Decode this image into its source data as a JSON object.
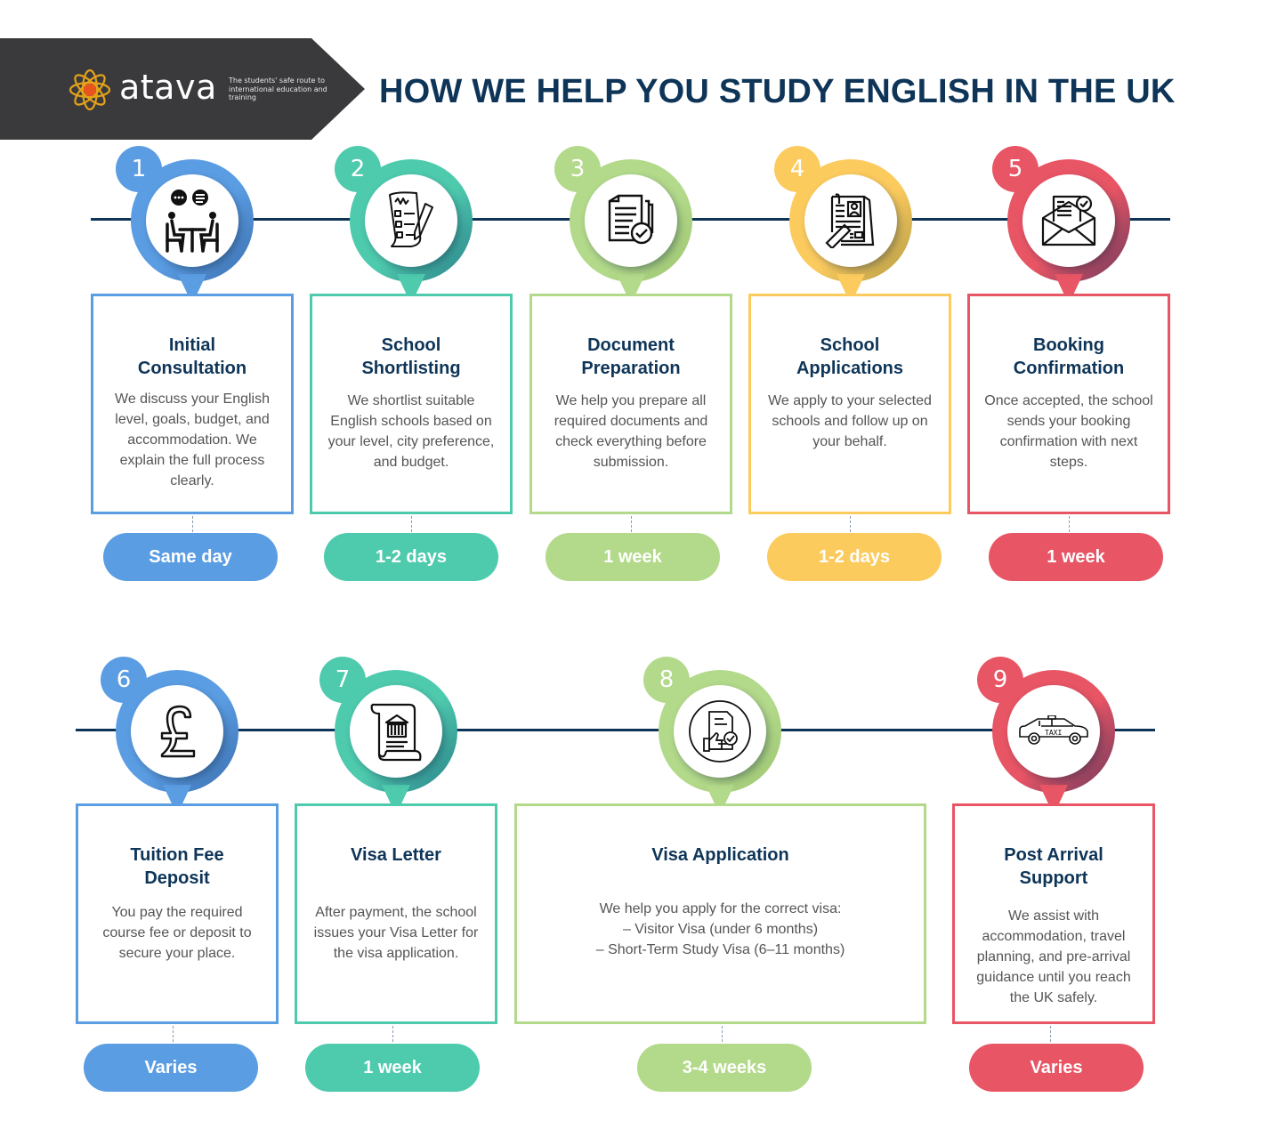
{
  "header": {
    "brand": "atava",
    "tagline": "The students' safe route to international education and training",
    "title": "HOW WE HELP YOU STUDY ENGLISH IN THE UK",
    "banner_color": "#3a3a3c",
    "title_color": "#0e3558",
    "logo_colors": {
      "ring": "#e3a21a",
      "center": "#e8531e"
    }
  },
  "colors": {
    "blue": "#5b9de3",
    "teal": "#4ecaad",
    "green": "#b3d98a",
    "yellow": "#fccb5e",
    "red": "#e85565",
    "line": "#0e3558"
  },
  "steps": [
    {
      "number": "1",
      "icon": "consultation-meeting-icon",
      "title": "Initial Consultation",
      "description": "We discuss your English level, goals, budget, and accommodation. We explain the full process clearly.",
      "duration": "Same day",
      "color": "#5b9de3"
    },
    {
      "number": "2",
      "icon": "checklist-scroll-icon",
      "title": "School Shortlisting",
      "description": "We shortlist suitable English schools based on your level, city preference, and budget.",
      "duration": "1-2 days",
      "color": "#4ecaad"
    },
    {
      "number": "3",
      "icon": "document-check-icon",
      "title": "Document Preparation",
      "description": "We help you prepare all required documents and check everything before submission.",
      "duration": "1 week",
      "color": "#b3d98a"
    },
    {
      "number": "4",
      "icon": "application-form-icon",
      "title": "School Applications",
      "description": "We apply to your selected schools and follow up on your behalf.",
      "duration": "1-2 days",
      "color": "#fccb5e"
    },
    {
      "number": "5",
      "icon": "envelope-confirmation-icon",
      "title": "Booking Confirmation",
      "description": "Once accepted, the school sends your booking confirmation with next steps.",
      "duration": "1 week",
      "color": "#e85565"
    },
    {
      "number": "6",
      "icon": "pound-sign-icon",
      "title": "Tuition Fee Deposit",
      "description": "You pay the required course fee or deposit to secure your place.",
      "duration": "Varies",
      "color": "#5b9de3"
    },
    {
      "number": "7",
      "icon": "official-letter-icon",
      "title": "Visa Letter",
      "description": "After payment, the school issues your Visa Letter for the visa application.",
      "duration": "1 week",
      "color": "#4ecaad"
    },
    {
      "number": "8",
      "icon": "visa-approval-icon",
      "title": "Visa Application",
      "description": "We help you apply for the correct visa:\n– Visitor Visa (under 6 months)\n– Short-Term Study Visa (6–11 months)",
      "duration": "3-4 weeks",
      "color": "#b3d98a"
    },
    {
      "number": "9",
      "icon": "taxi-icon",
      "title": "Post Arrival Support",
      "description": "We assist with accommodation, travel planning, and pre-arrival guidance until you reach the UK safely.",
      "duration": "Varies",
      "color": "#e85565"
    }
  ],
  "icon_labels": {
    "taxi": "TAXI"
  }
}
